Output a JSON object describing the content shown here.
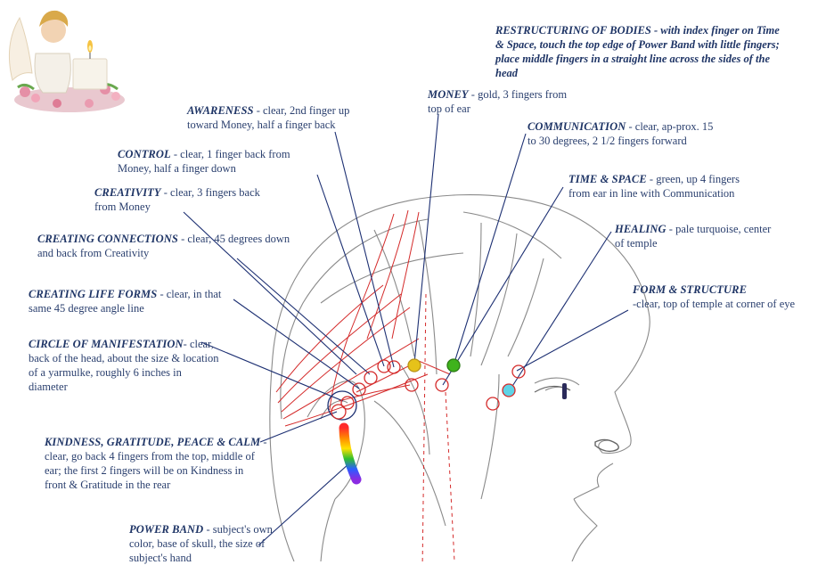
{
  "labels": {
    "restructuring": "RESTRUCTURING OF BODIES - with index finger on Time & Space, touch the top edge of Power Band with little fingers; place middle fingers in a straight line across the sides of the head",
    "awareness_title": "AWARENESS",
    "awareness_desc": " - clear, 2nd finger up toward Money, half a finger back",
    "money_title": "MONEY",
    "money_desc": " - gold, 3 fingers from top of ear",
    "control_title": "CONTROL",
    "control_desc": " - clear, 1 finger back from Money, half a finger down",
    "communication_title": "COMMUNICATION",
    "communication_desc": " - clear, ap-prox. 15 to 30 degrees, 2 1/2 fingers forward",
    "creativity_title": "CREATIVITY",
    "creativity_desc": " - clear, 3 fingers back from Money",
    "timespace_title": "TIME & SPACE",
    "timespace_desc": " - green, up 4 fingers from ear in line with Communication",
    "creating_connections_title": "CREATING CONNECTIONS",
    "creating_connections_desc": " - clear, 45 degrees down and back from Creativity",
    "healing_title": "HEALING",
    "healing_desc": " - pale turquoise, center of temple",
    "creating_life_title": "CREATING LIFE FORMS",
    "creating_life_desc": " - clear, in that same 45 degree angle line",
    "form_structure_title": "FORM & STRUCTURE",
    "form_structure_desc": "-clear, top of temple at corner of eye",
    "circle_title": "CIRCLE OF MANIFESTATION",
    "circle_desc": "- clear, back of the head, about the size & location of a yarmulke, roughly 6 inches in diameter",
    "kindness_title": "KINDNESS, GRATITUDE, PEACE & CALM",
    "kindness_desc": " - clear, go back 4 fingers from the top, middle of ear; the first 2 fingers will be on Kindness in front & Gratitude in the rear",
    "powerband_title": "POWER BAND",
    "powerband_desc": " - subject's own color, base of skull, the size of subject's hand"
  },
  "colors": {
    "label_blue": "#1f3566",
    "pointer_blue": "#1c2f72",
    "sketch": "#8a8a8a",
    "red_marker": "#d42a2a",
    "gold": "#e6c21a",
    "green": "#3fb31c",
    "turquoise": "#5fd3e6"
  },
  "icons": {
    "angel": "angel-candle-image"
  }
}
